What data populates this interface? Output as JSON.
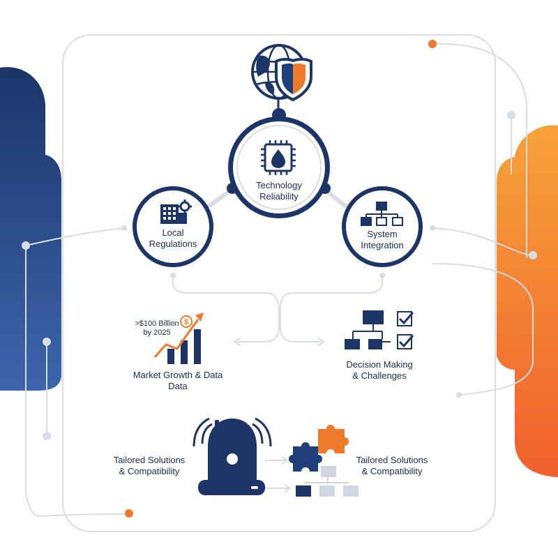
{
  "colors": {
    "navy": "#1f3f7a",
    "navy_dark": "#1d3566",
    "orange": "#f07a2b",
    "orange_light": "#f6a93a",
    "line": "#d8dce3",
    "text": "#1b2a4a"
  },
  "top_icon": {
    "icon": "globe-shield-icon"
  },
  "nodes": {
    "technology": {
      "line1": "Technology",
      "line2": "Reliability",
      "icon": "chip-icon"
    },
    "local": {
      "line1": "Local",
      "line2": "Regulations",
      "icon": "building-gear-icon"
    },
    "system": {
      "line1": "System",
      "line2": "Integration",
      "icon": "hierarchy-icon"
    }
  },
  "market": {
    "annotation_line1": ">$100 Billion",
    "annotation_line2": "by 2025",
    "label_line1": "Market Growth & Data",
    "label_line2": "Data",
    "icon": "bar-chart-icon"
  },
  "decision": {
    "label_line1": "Decision Making",
    "label_line2": "& Challenges",
    "icon": "flowchart-checklist-icon"
  },
  "tailored_left": {
    "line1": "Tailored Solutions",
    "line2": "& Compatibility",
    "icon": "device-icon"
  },
  "tailored_right": {
    "line1": "Tailored Solutions",
    "line2": "& Compatibility",
    "icon": "puzzle-icon"
  }
}
